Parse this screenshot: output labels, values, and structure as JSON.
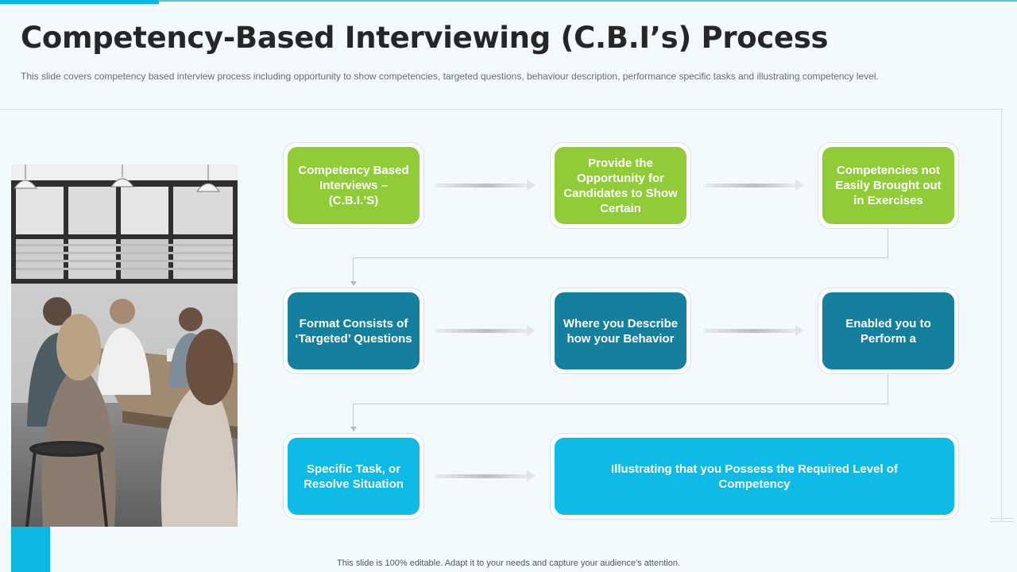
{
  "slide": {
    "title": "Competency-Based Interviewing (C.B.I’s) Process",
    "subtitle": "This slide covers competency based interview  process including opportunity to show competencies, targeted questions, behaviour description, performance  specific tasks and illustrating competency level.",
    "footer": "This slide is 100% editable. Adapt it to your needs and capture your audience's attention."
  },
  "colors": {
    "green": "#8fcc38",
    "teal": "#157f9e",
    "cyan": "#0dbbe6",
    "accent": "#0bb8e3",
    "title": "#262626"
  },
  "steps": [
    {
      "label": "Competency Based Interviews – (C.B.I.’S)",
      "color": "green"
    },
    {
      "label": "Provide the Opportunity for Candidates to Show  Certain",
      "color": "green"
    },
    {
      "label": "Competencies not Easily Brought out in Exercises",
      "color": "green"
    },
    {
      "label": "Format Consists of ‘Targeted’ Questions",
      "color": "teal"
    },
    {
      "label": "Where you Describe how your Behavior",
      "color": "teal"
    },
    {
      "label": "Enabled you to Perform a",
      "color": "teal"
    },
    {
      "label": "Specific Task, or Resolve Situation",
      "color": "cyan"
    },
    {
      "label": "Illustrating that you Possess the Required Level of Competency",
      "color": "cyan"
    }
  ],
  "image": {
    "subject": "people-meeting-photo"
  }
}
